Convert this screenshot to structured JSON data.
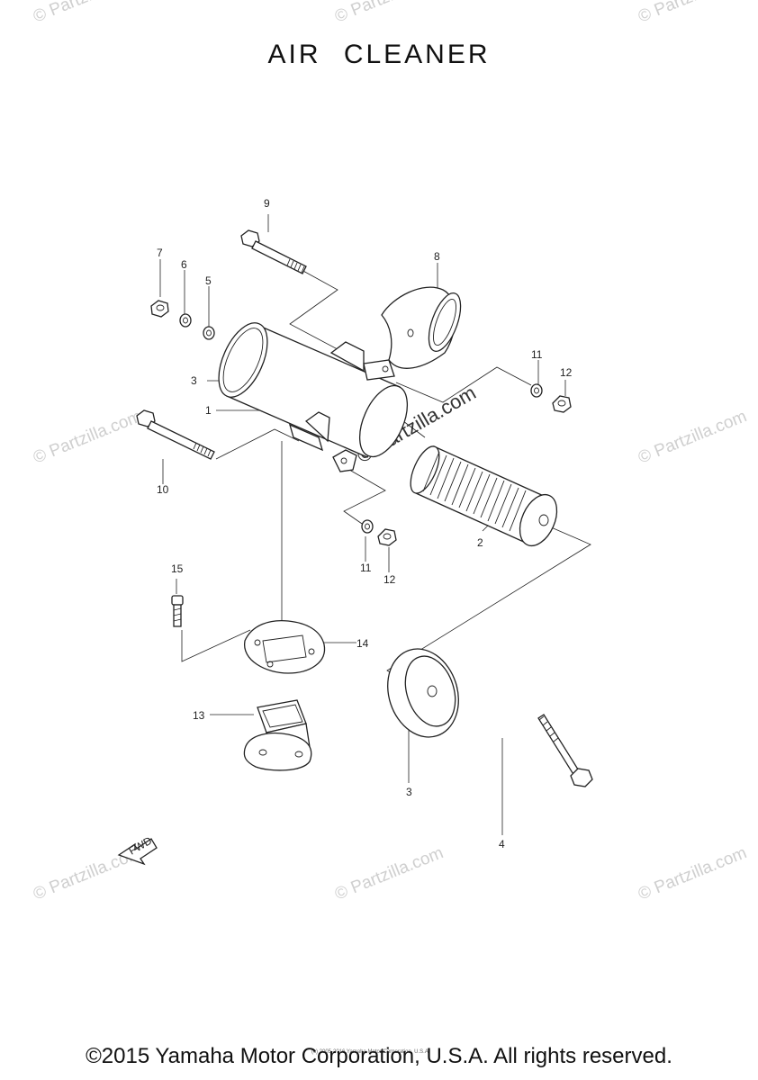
{
  "title": "AIR CLEANER",
  "callouts": {
    "c1": "1",
    "c2": "2",
    "c3a": "3",
    "c3b": "3",
    "c4": "4",
    "c5": "5",
    "c6": "6",
    "c7": "7",
    "c8": "8",
    "c9": "9",
    "c10": "10",
    "c11a": "11",
    "c11b": "11",
    "c12a": "12",
    "c12b": "12",
    "c13": "13",
    "c14": "14",
    "c15": "15"
  },
  "fwd_label": "FWD",
  "watermark": "© Partzilla.com",
  "fine_print": "(c) 2005-2016 Yamaha Motor Corporation, U.S.A.",
  "footer": "©2015 Yamaha Motor Corporation, U.S.A. All rights reserved."
}
